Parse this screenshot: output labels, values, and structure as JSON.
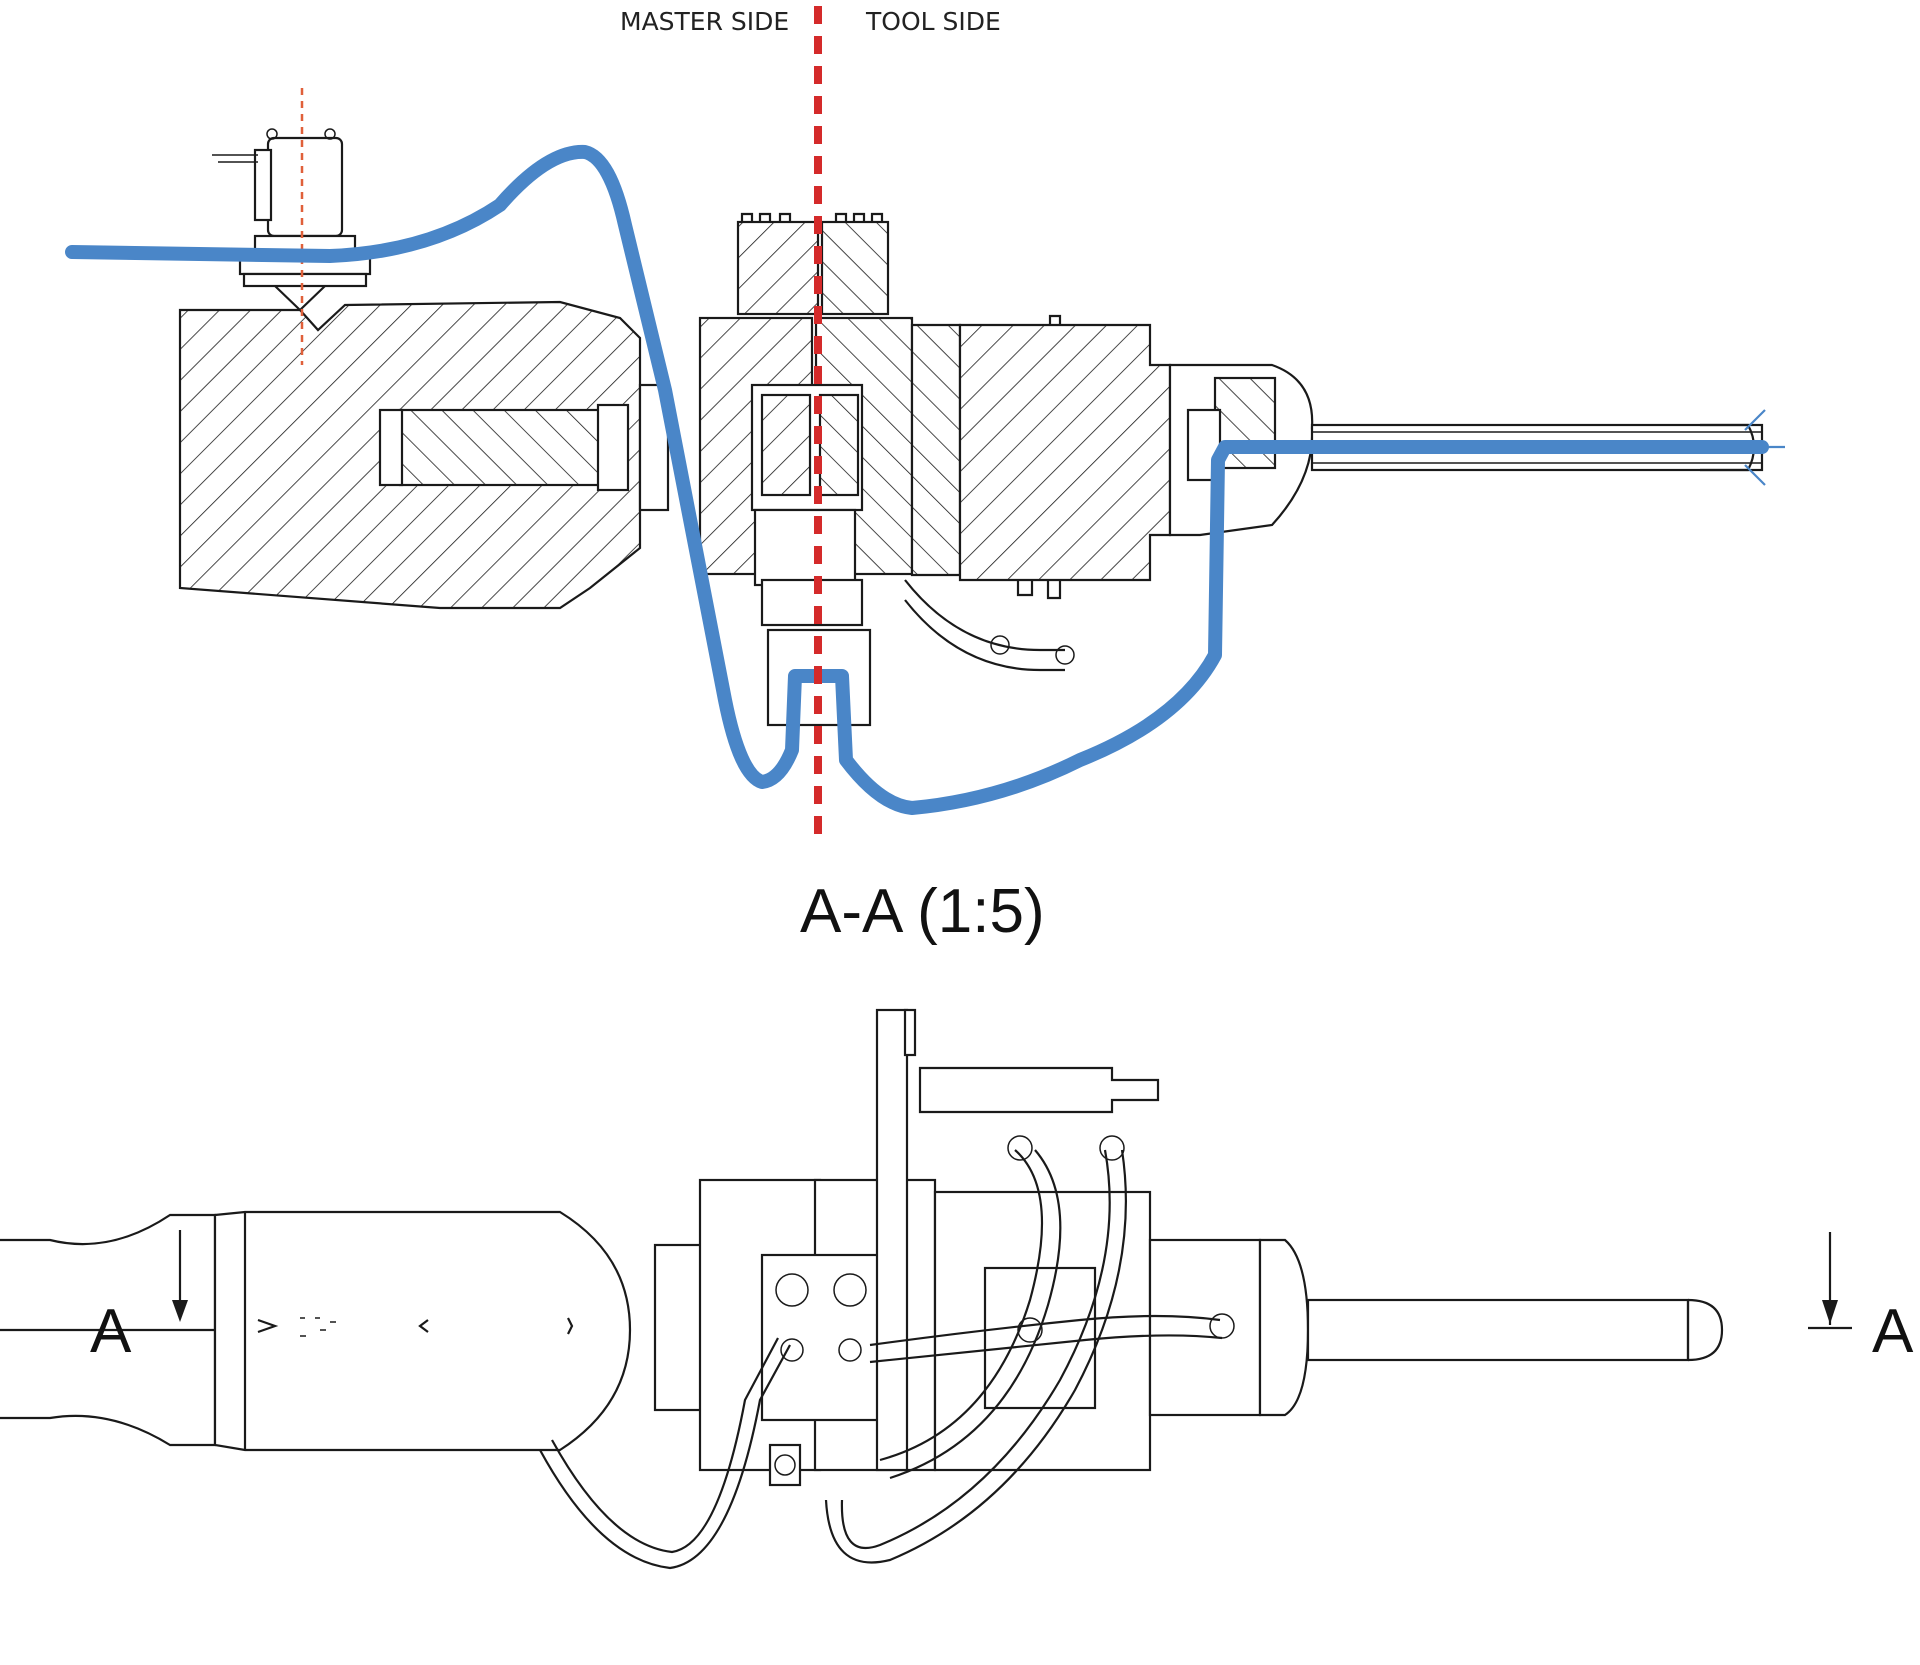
{
  "labels": {
    "master_side": "MASTER SIDE",
    "tool_side": "TOOL SIDE",
    "section_title": "A-A (1:5)",
    "cut_left": "A",
    "cut_right": "A"
  },
  "colors": {
    "flow_path": "#4a86c8",
    "separation_line": "#d42a2a",
    "axis_line": "#e0603a",
    "linework": "#1a1a1a"
  }
}
